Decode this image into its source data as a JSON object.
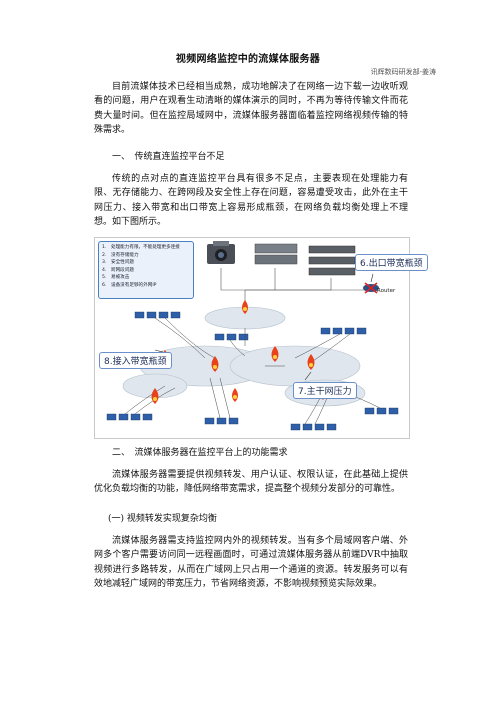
{
  "doc": {
    "title": "视频网络监控中的流媒体服务器",
    "author": "讯辉数码研发部-姜涛",
    "p1": "目前流媒体技术已经相当成熟，成功地解决了在网络一边下载一边收听观看的问题，用户在观看生动清晰的媒体演示的同时，不再为等待传输文件而花费大量时间。但在监控局域网中，流媒体服务器面临着监控网络视频传输的特殊需求。",
    "h1": "一、　传统直连监控平台不足",
    "p2": "传统的点对点的直连监控平台具有很多不足点，主要表现在处理能力有限、无存储能力、在跨网段及安全性上存在问题，容易遭受攻击，此外在主干网压力、接入带宽和出口带宽上容易形成瓶颈，在网络负载均衡处理上不理想。如下图所示。",
    "h2": "二、　流媒体服务器在监控平台上的功能需求",
    "p3": "流媒体服务器需要提供视频转发、用户认证、权限认证，在此基础上提供优化负载均衡的功能，降低网络带宽需求，提高整个视频分发部分的可靠性。",
    "h3": "(一) 视频转发实现复杂均衡",
    "p4": "流媒体服务器需支持监控网内外的视频转发。当有多个局域网客户端、外网多个客户需要访问同一远程画面时，可通过流媒体服务器从前端DVR中抽取视频进行多路转发，从而在广域网上只占用一个通道的资源。转发服务可以有效地减轻广域网的带宽压力，节省网络资源，不影响视频预览实际效果。"
  },
  "figure": {
    "legend": [
      "1.　处理能力有限，不能处理更多连接",
      "2.　没有存储能力",
      "3.　安全性问题",
      "4.　跨网段问题",
      "5.　易被攻击",
      "6.　设备没有足够的外网IP"
    ],
    "callout_exit": "6.出口带宽瓶颈",
    "callout_access": "8.接入带宽瓶颈",
    "callout_backbone": "7.主干网压力",
    "router": "Router",
    "colors": {
      "callout_border": "#6b8fc9",
      "fire": "#e8421c",
      "monitor": "#2f5fa8",
      "cloud": "#dfe6ee"
    }
  }
}
